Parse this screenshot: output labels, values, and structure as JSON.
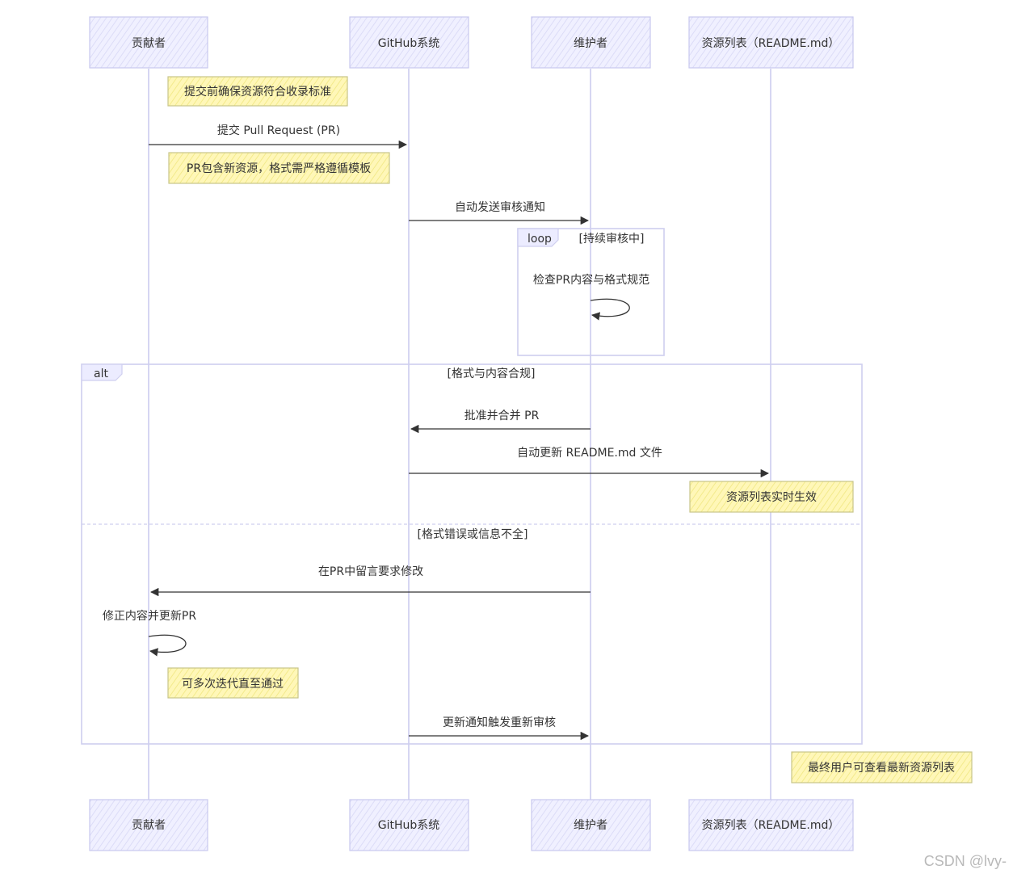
{
  "actors": [
    "贡献者",
    "GitHub系统",
    "维护者",
    "资源列表（README.md）"
  ],
  "notes": {
    "n1": "提交前确保资源符合收录标准",
    "n2": "PR包含新资源，格式需严格遵循模板",
    "n3": "资源列表实时生效",
    "n4": "可多次迭代直至通过",
    "n5": "最终用户可查看最新资源列表"
  },
  "messages": {
    "m1": "提交 Pull Request (PR)",
    "m2": "自动发送审核通知",
    "m3": "检查PR内容与格式规范",
    "m4": "批准并合并 PR",
    "m5": "自动更新 README.md 文件",
    "m6": "在PR中留言要求修改",
    "m7": "修正内容并更新PR",
    "m8": "更新通知触发重新审核"
  },
  "frames": {
    "loop_label": "loop",
    "loop_condition": "[持续审核中]",
    "alt_label": "alt",
    "alt_condition_1": "[格式与内容合规]",
    "alt_condition_2": "[格式错误或信息不全]"
  },
  "watermark": "CSDN @lvy-"
}
